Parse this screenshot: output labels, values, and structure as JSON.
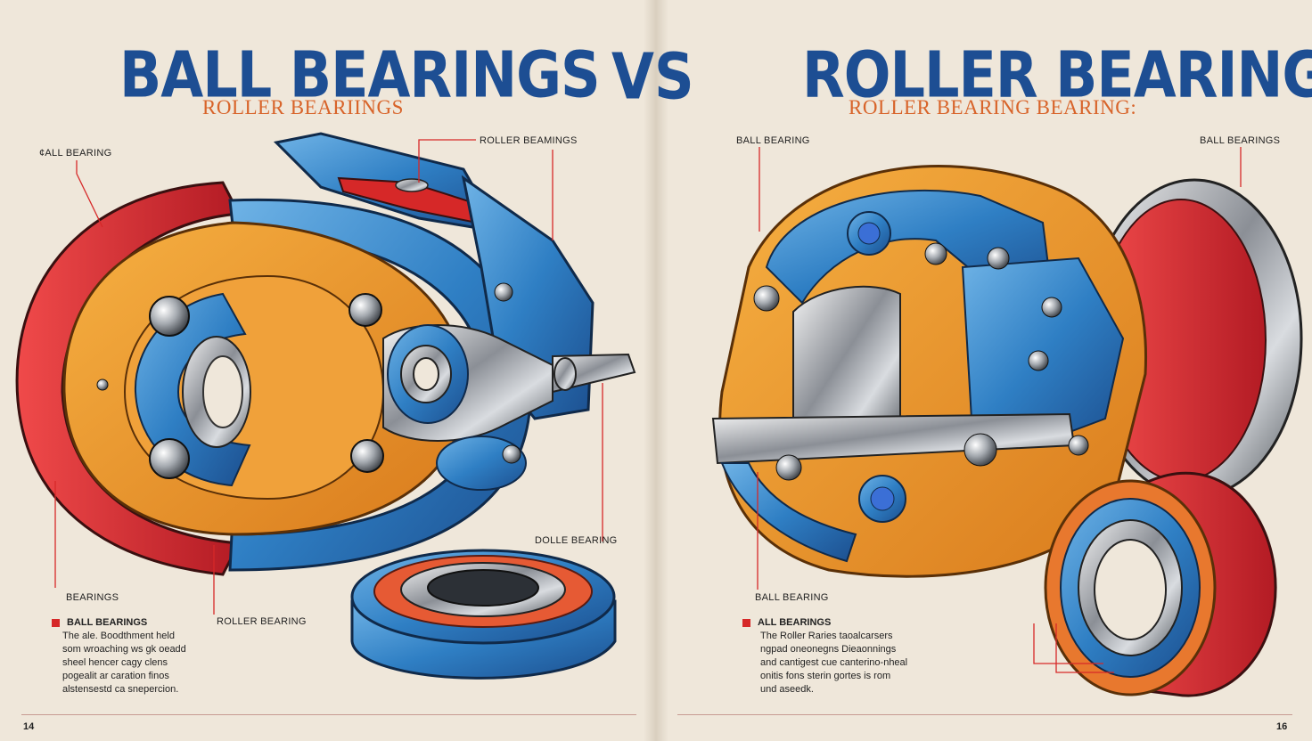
{
  "spread": {
    "vs_label": "VS"
  },
  "left_page": {
    "title": "BALL BEARINGS",
    "subtitle": "ROLLER BEARIINGS",
    "callouts": {
      "top_left": "ALL BEARING",
      "top_left_prefix": "¢",
      "top_center": "ROLLER BEAMINGS",
      "lower_right": "DOLLE BEARING",
      "lower_left": "BEARINGS",
      "bottom_center": "ROLLER BEARING"
    },
    "description": {
      "heading": "BALL BEARINGS",
      "lines": [
        "The ale. Boodthment held",
        "som wroaching ws gk oeadd",
        "sheel hencer cagy clens",
        "pogealit ar caration finos",
        "alstensestd ca snepercion."
      ]
    },
    "page_number": "14"
  },
  "right_page": {
    "title": "ROLLER BEARINGS",
    "subtitle": "ROLLER BEARING BEARING:",
    "callouts": {
      "top_left": "BALL BEARING",
      "top_right": "BALL BEARINGS",
      "bottom_left": "BALL BEARING"
    },
    "description": {
      "heading": "ALL BEARINGS",
      "lines": [
        "The Roller Raries taoalcarsers",
        "ngpad oneonegns Dieaonnings",
        "and cantigest cue canterino-nheal",
        "onitis fons sterin gortes is rom",
        "und aseedk."
      ]
    },
    "page_number": "16"
  },
  "colors": {
    "title_blue": "#1d4e93",
    "subtitle_orange": "#d8642a",
    "leader_red": "#d62828",
    "paper": "#efe7da"
  }
}
